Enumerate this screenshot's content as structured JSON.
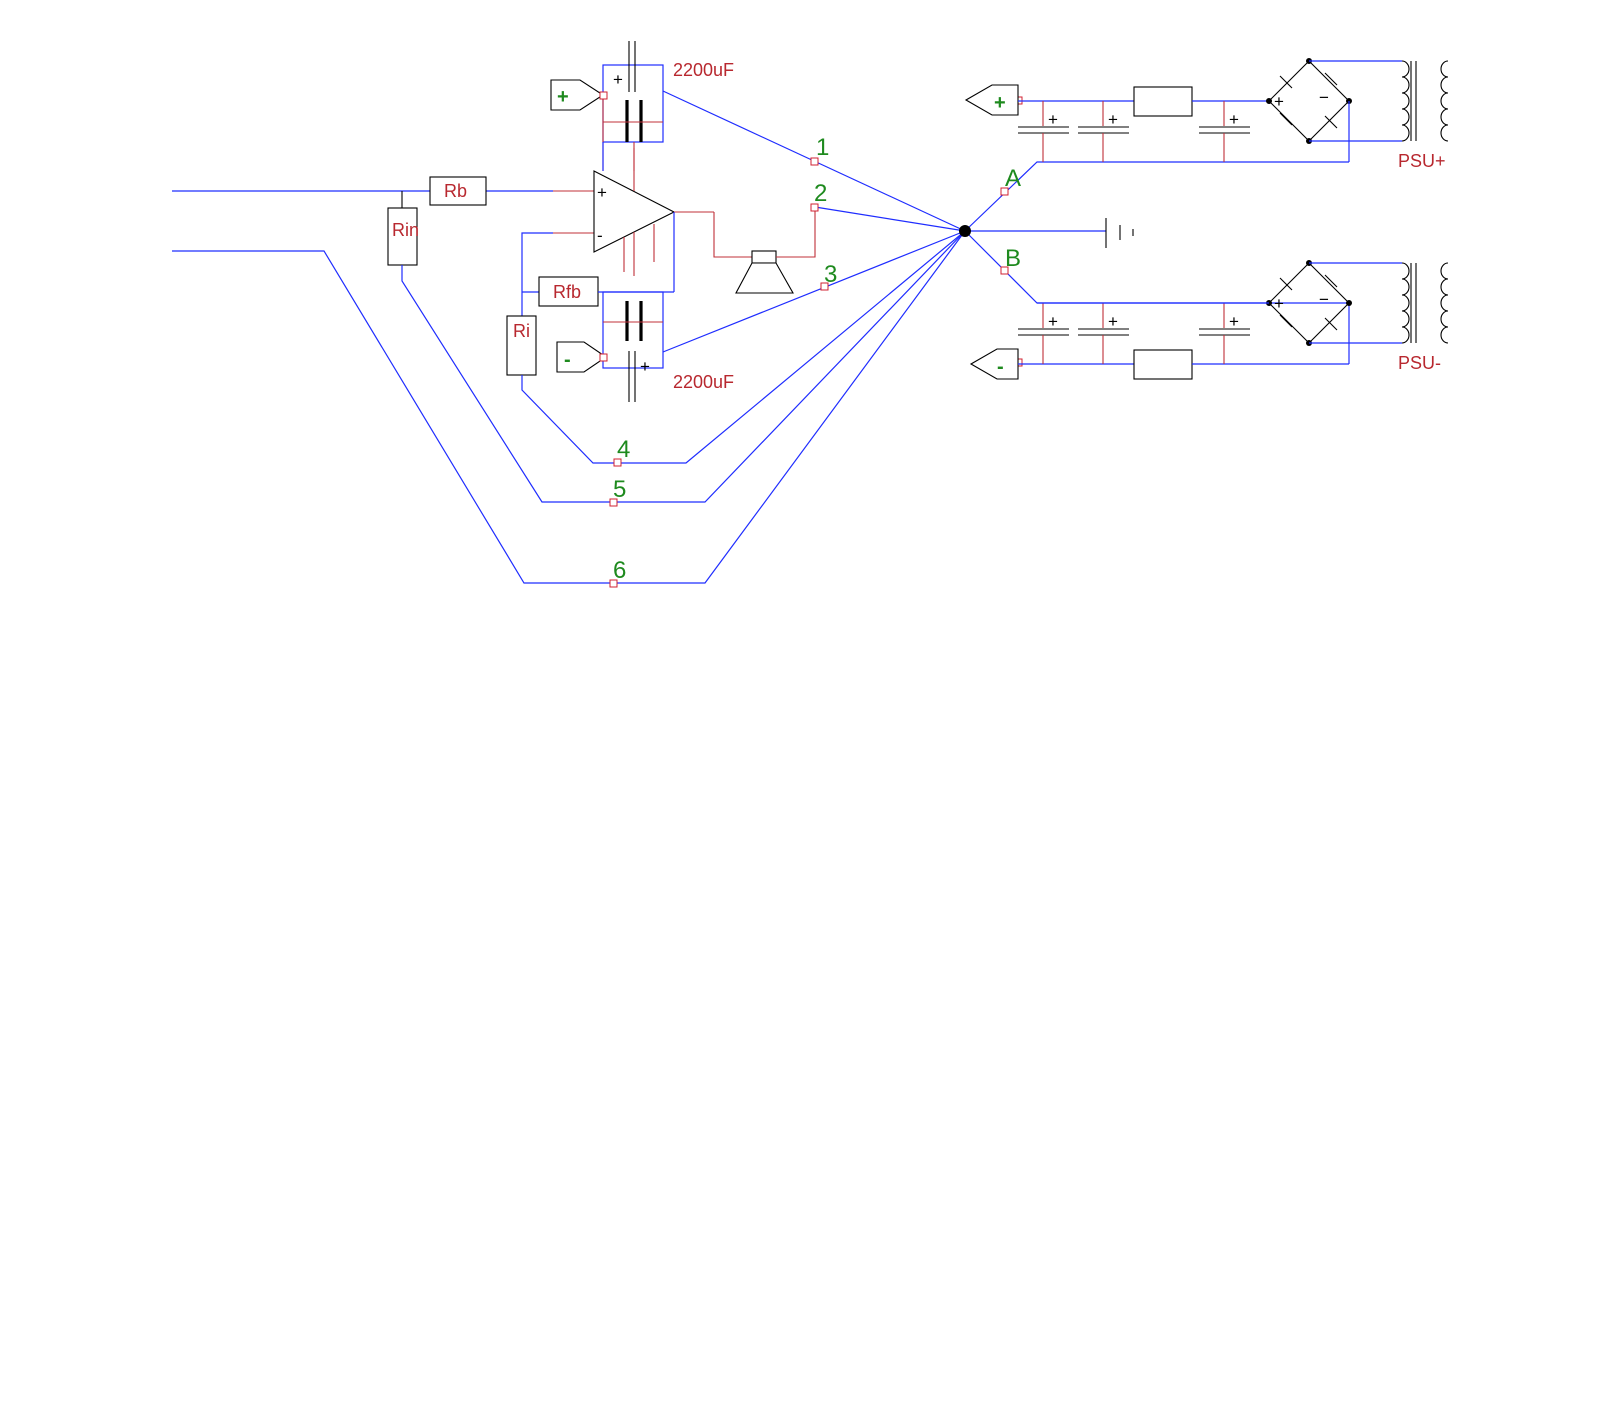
{
  "diagram": {
    "resistor_labels": {
      "rb": "Rb",
      "rin": "Rin",
      "rfb": "Rfb",
      "ri": "Ri"
    },
    "capacitor_labels": {
      "top": "2200uF",
      "bottom": "2200uF"
    },
    "opamp_pins": {
      "non_inverting": "+",
      "inverting": "-"
    },
    "cap_polarity": "+",
    "supply_terminals": {
      "amp_positive": "+",
      "amp_negative": "-",
      "psu_positive": "+",
      "psu_negative": "-"
    },
    "ground_wire_labels": [
      "1",
      "2",
      "3",
      "4",
      "5",
      "6"
    ],
    "psu_wire_labels": [
      "A",
      "B"
    ],
    "bridge_symbols": {
      "plus": "+",
      "minus": "−"
    },
    "psu_labels": {
      "positive": "PSU+",
      "negative": "PSU-"
    }
  }
}
